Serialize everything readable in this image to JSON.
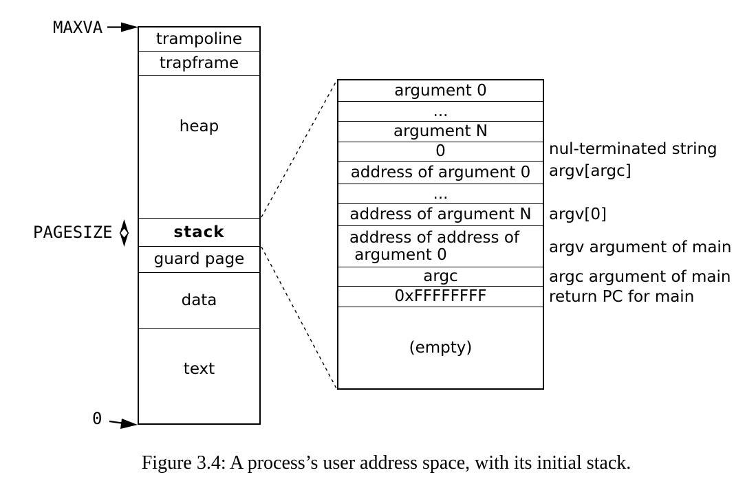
{
  "figure": {
    "caption": "Figure 3.4: A process’s user address space, with its initial stack."
  },
  "colors": {
    "ink": "#000000",
    "background": "#ffffff"
  },
  "address_space": {
    "top_label": "MAXVA",
    "bottom_label": "0",
    "pagesize_label": "PAGESIZE",
    "regions": [
      "trampoline",
      "trapframe",
      "heap",
      "stack",
      "guard page",
      "data",
      "text"
    ]
  },
  "stack_detail": {
    "rows": [
      "argument 0",
      "...",
      "argument N",
      "0",
      "address of argument 0",
      "...",
      "address of argument N",
      "address of address of\n argument 0",
      "argc",
      "0xFFFFFFFF",
      "(empty)"
    ],
    "annotations": [
      "nul-terminated string",
      "argv[argc]",
      "argv[0]",
      "argv argument of main",
      "argc argument of main",
      "return PC for main"
    ]
  },
  "icons": {
    "maxva_pointer": "arrow-right",
    "zero_pointer": "arrow-right",
    "pagesize_span": "double-arrow-vertical",
    "stack_zoom_connectors": "dashed-line"
  }
}
